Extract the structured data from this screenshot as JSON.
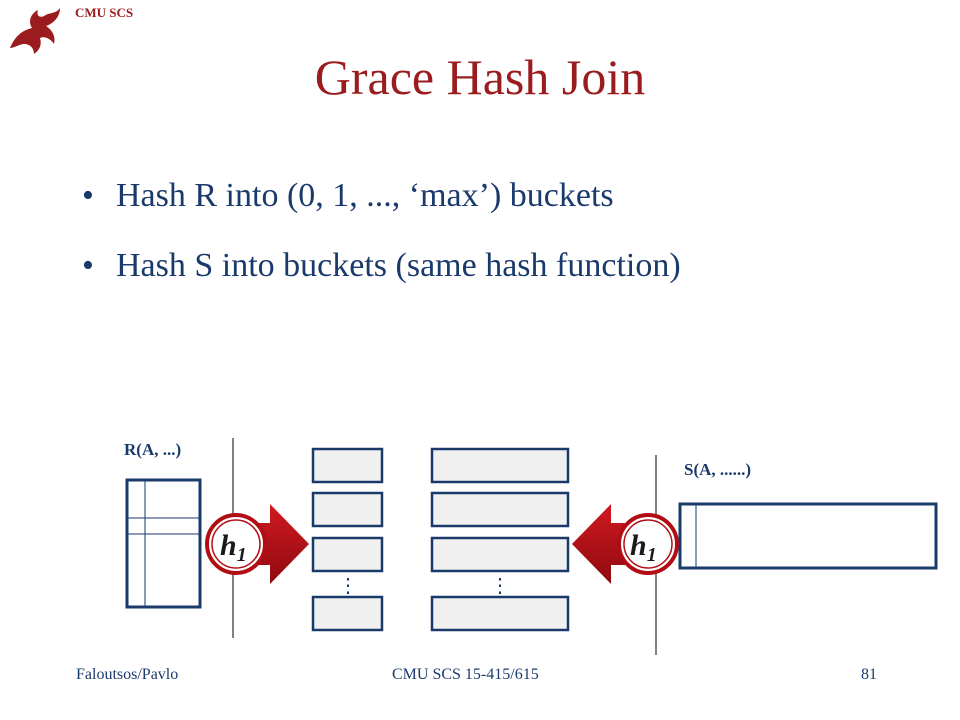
{
  "header": {
    "logo_text": "CMU SCS",
    "logo_icon": "dragon-icon",
    "title": "Grace Hash Join"
  },
  "bullets": [
    {
      "text": "Hash R into (0, 1, ..., ‘max’) buckets"
    },
    {
      "text": "Hash S into buckets (same hash function)"
    }
  ],
  "diagram": {
    "r_label": "R(A, ...)",
    "s_label": "S(A, ......)",
    "hash_left_label": "h",
    "hash_left_subscript": "1",
    "hash_right_label": "h",
    "hash_right_subscript": "1",
    "left_ellipsis": "⋮",
    "right_ellipsis": "⋮",
    "colors": {
      "accent": "#b00d14",
      "box_border": "#1a3a6b",
      "bucket_fill": "#f0f0f0"
    }
  },
  "footer": {
    "left": "Faloutsos/Pavlo",
    "center": "CMU SCS 15-415/615",
    "page": "81"
  }
}
